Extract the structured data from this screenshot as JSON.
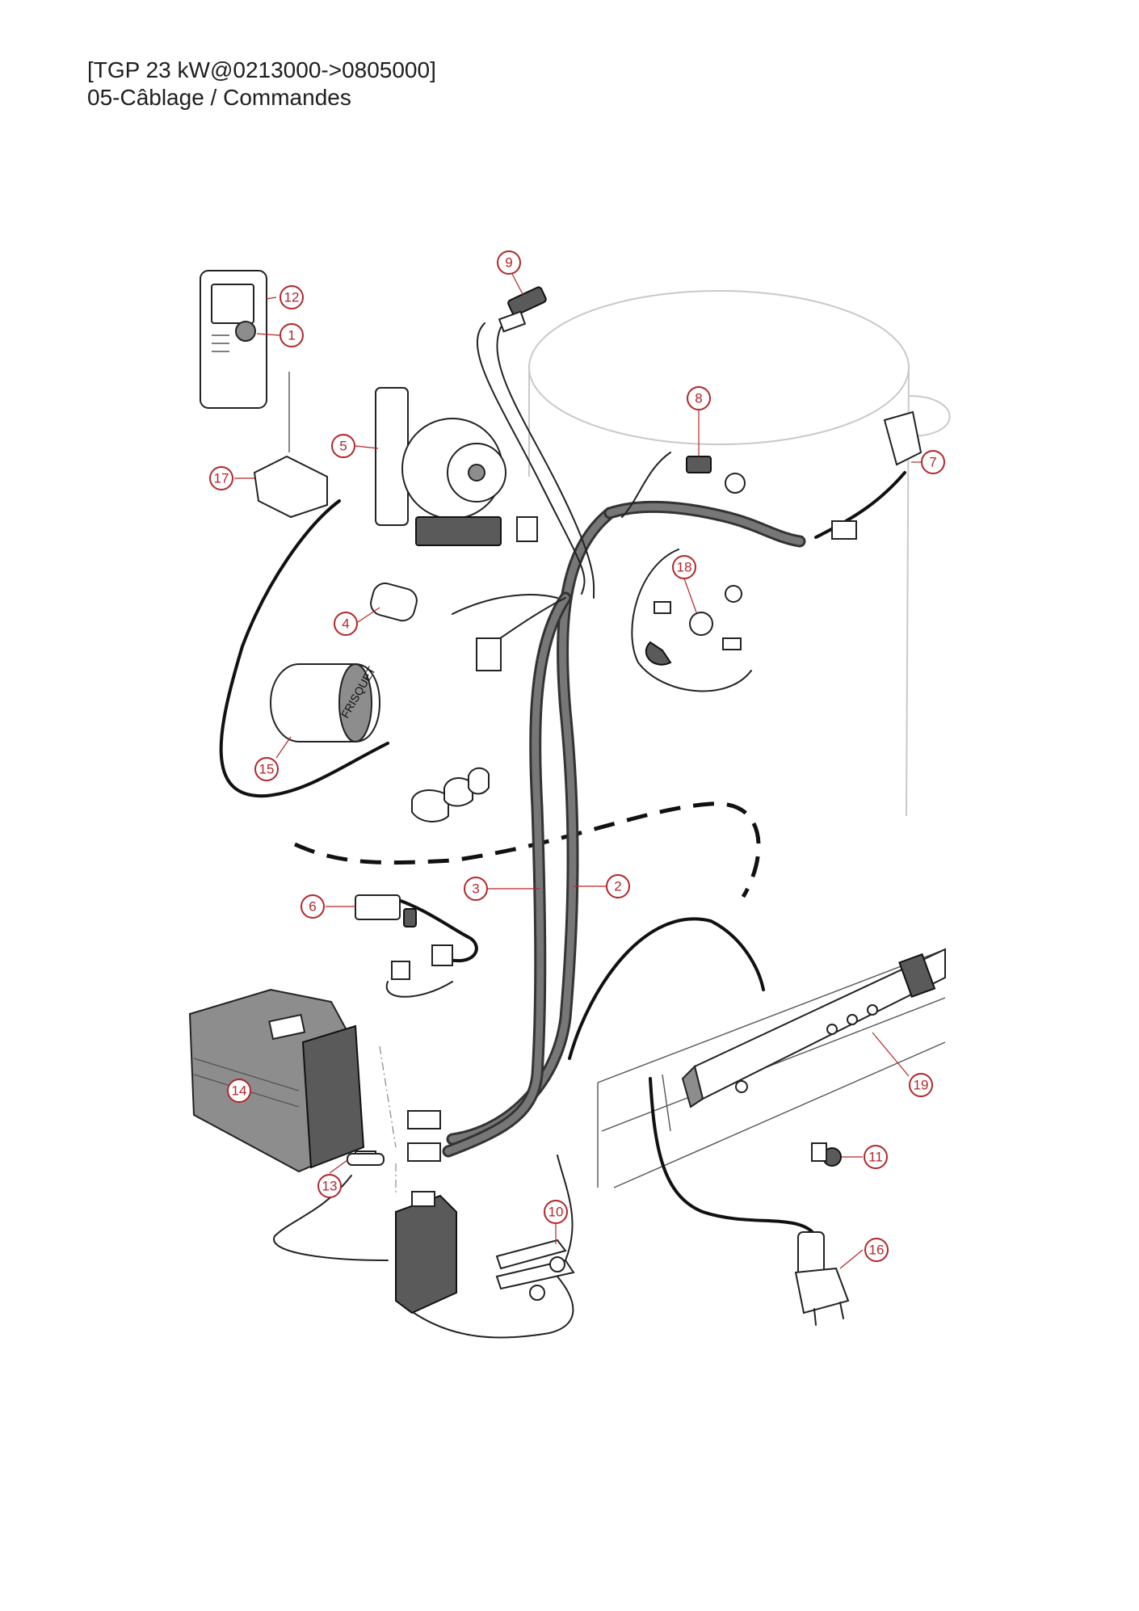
{
  "header": {
    "line1": "[TGP 23 kW@0213000->0805000]",
    "line2": "05-Câblage / Commandes"
  },
  "callouts": {
    "c1": "1",
    "c2": "2",
    "c3": "3",
    "c4": "4",
    "c5": "5",
    "c6": "6",
    "c7": "7",
    "c8": "8",
    "c9": "9",
    "c10": "10",
    "c11": "11",
    "c12": "12",
    "c13": "13",
    "c14": "14",
    "c15": "15",
    "c16": "16",
    "c17": "17",
    "c18": "18",
    "c19": "19"
  },
  "brand_label": "FRISQUET",
  "colors": {
    "callout": "#b3262b",
    "line": "#111111",
    "tank": "#c9c9c9",
    "part_fill": "#8d8d8d"
  }
}
